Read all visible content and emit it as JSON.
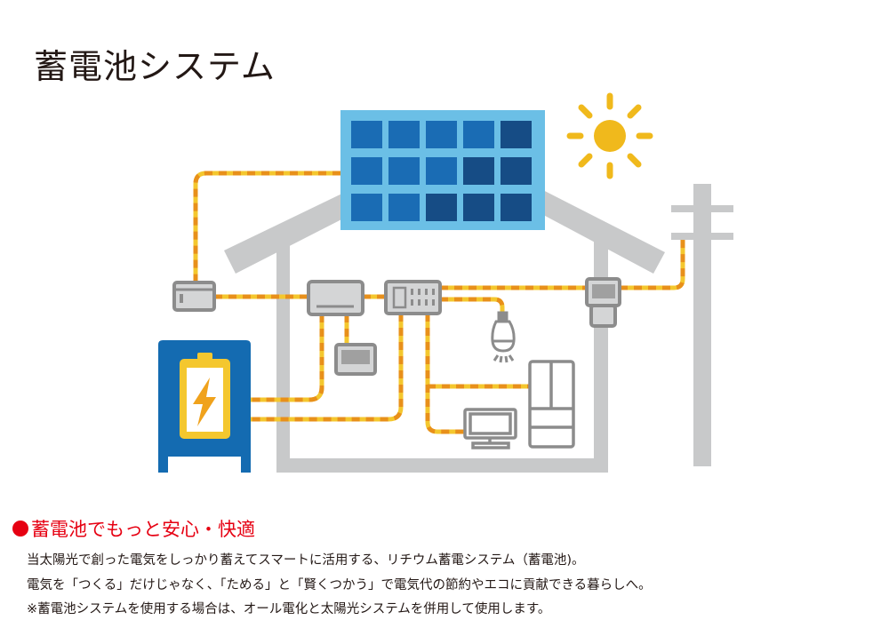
{
  "title": "蓄電池システム",
  "subtitle": "蓄電池でもっと安心・快適",
  "body": [
    "当太陽光で創った電気をしっかり蓄えてスマートに活用する、リチウム蓄電システム（蓄電池)。",
    "電気を「つくる」だけじゃなく、「ためる」と「賢くつかう」で電気代の節約やエコに貢献できる暮らしへ。",
    "※蓄電池システムを使用する場合は、オール電化と太陽光システムを併用して使用します。"
  ],
  "colors": {
    "accent": "#e60012",
    "panel": "#6bbfe6",
    "battery": "#146bb1",
    "wire": "#e8901a",
    "sun": "#f0b91c"
  }
}
